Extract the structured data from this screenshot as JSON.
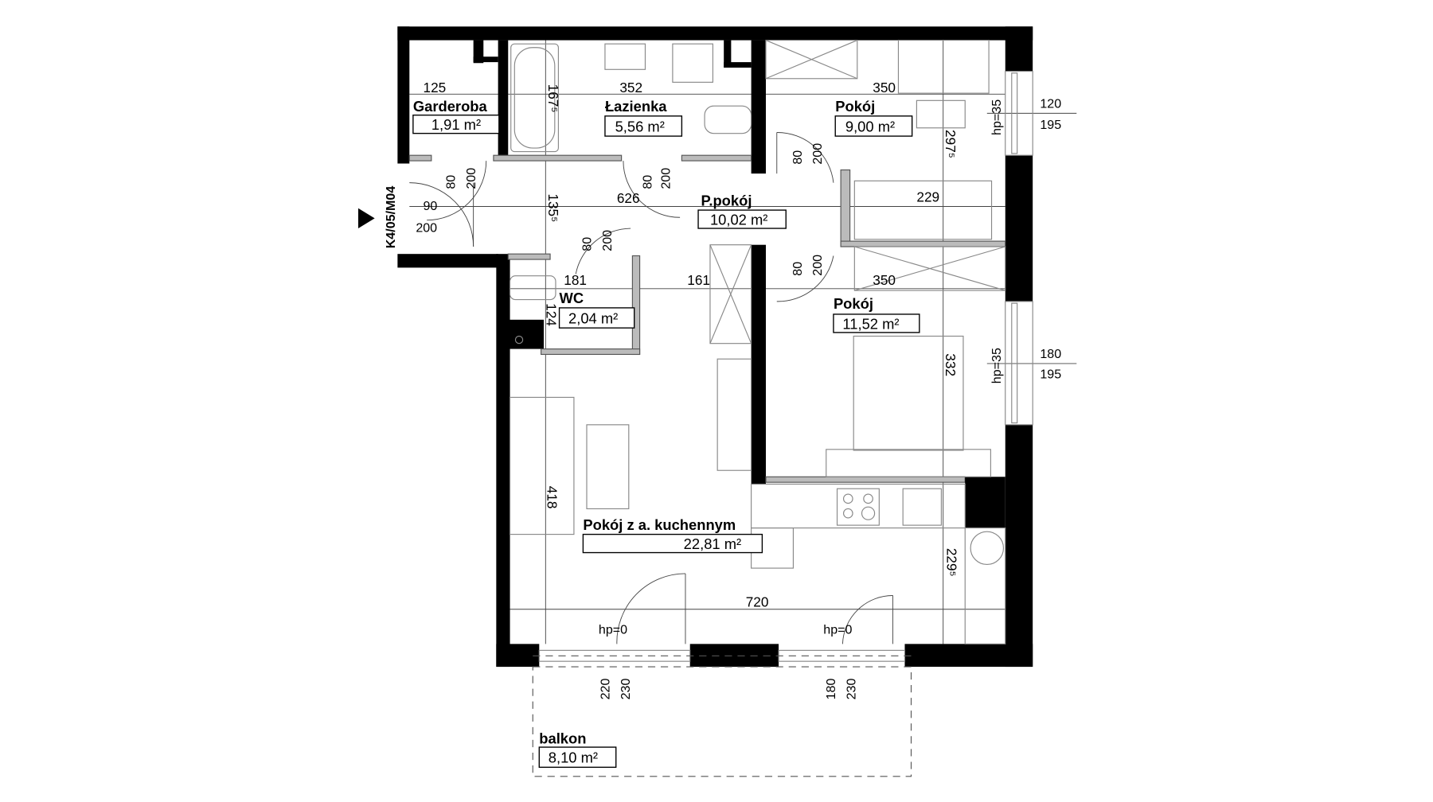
{
  "plan_code": "K4/05/M04",
  "rooms": [
    {
      "name": "Garderoba",
      "area": "1,91 m²",
      "width": "125"
    },
    {
      "name": "Łazienka",
      "area": "5,56 m²",
      "width": "352",
      "depth": "167⁵"
    },
    {
      "name": "Pokój",
      "area": "9,00 m²",
      "width": "350",
      "depth": "297⁵"
    },
    {
      "name": "P.pokój",
      "area": "10,02 m²",
      "width": "626",
      "depth": "135⁵"
    },
    {
      "name": "WC",
      "area": "2,04 m²",
      "width": "181",
      "depth": "124"
    },
    {
      "name": "Pokój",
      "area": "11,52 m²",
      "width": "350",
      "depth": "332"
    },
    {
      "name": "Pokój z a. kuchennym",
      "area": "22,81 m²",
      "width": "720",
      "depth": "418",
      "kitchen_depth": "229⁵"
    },
    {
      "name": "balkon",
      "area": "8,10 m²"
    }
  ],
  "dimensions": {
    "wardrobe_bed": "229",
    "hall_161": "161"
  },
  "doors": {
    "entrance": {
      "w": "90",
      "h": "200"
    },
    "interior": {
      "w": "80",
      "h": "200"
    }
  },
  "windows": [
    {
      "sill": "hp=35",
      "w": "120",
      "h": "195"
    },
    {
      "sill": "hp=35",
      "w": "180",
      "h": "195"
    },
    {
      "sill": "hp=0",
      "w": "220",
      "h": "230"
    },
    {
      "sill": "hp=0",
      "w": "180",
      "h": "230"
    }
  ]
}
